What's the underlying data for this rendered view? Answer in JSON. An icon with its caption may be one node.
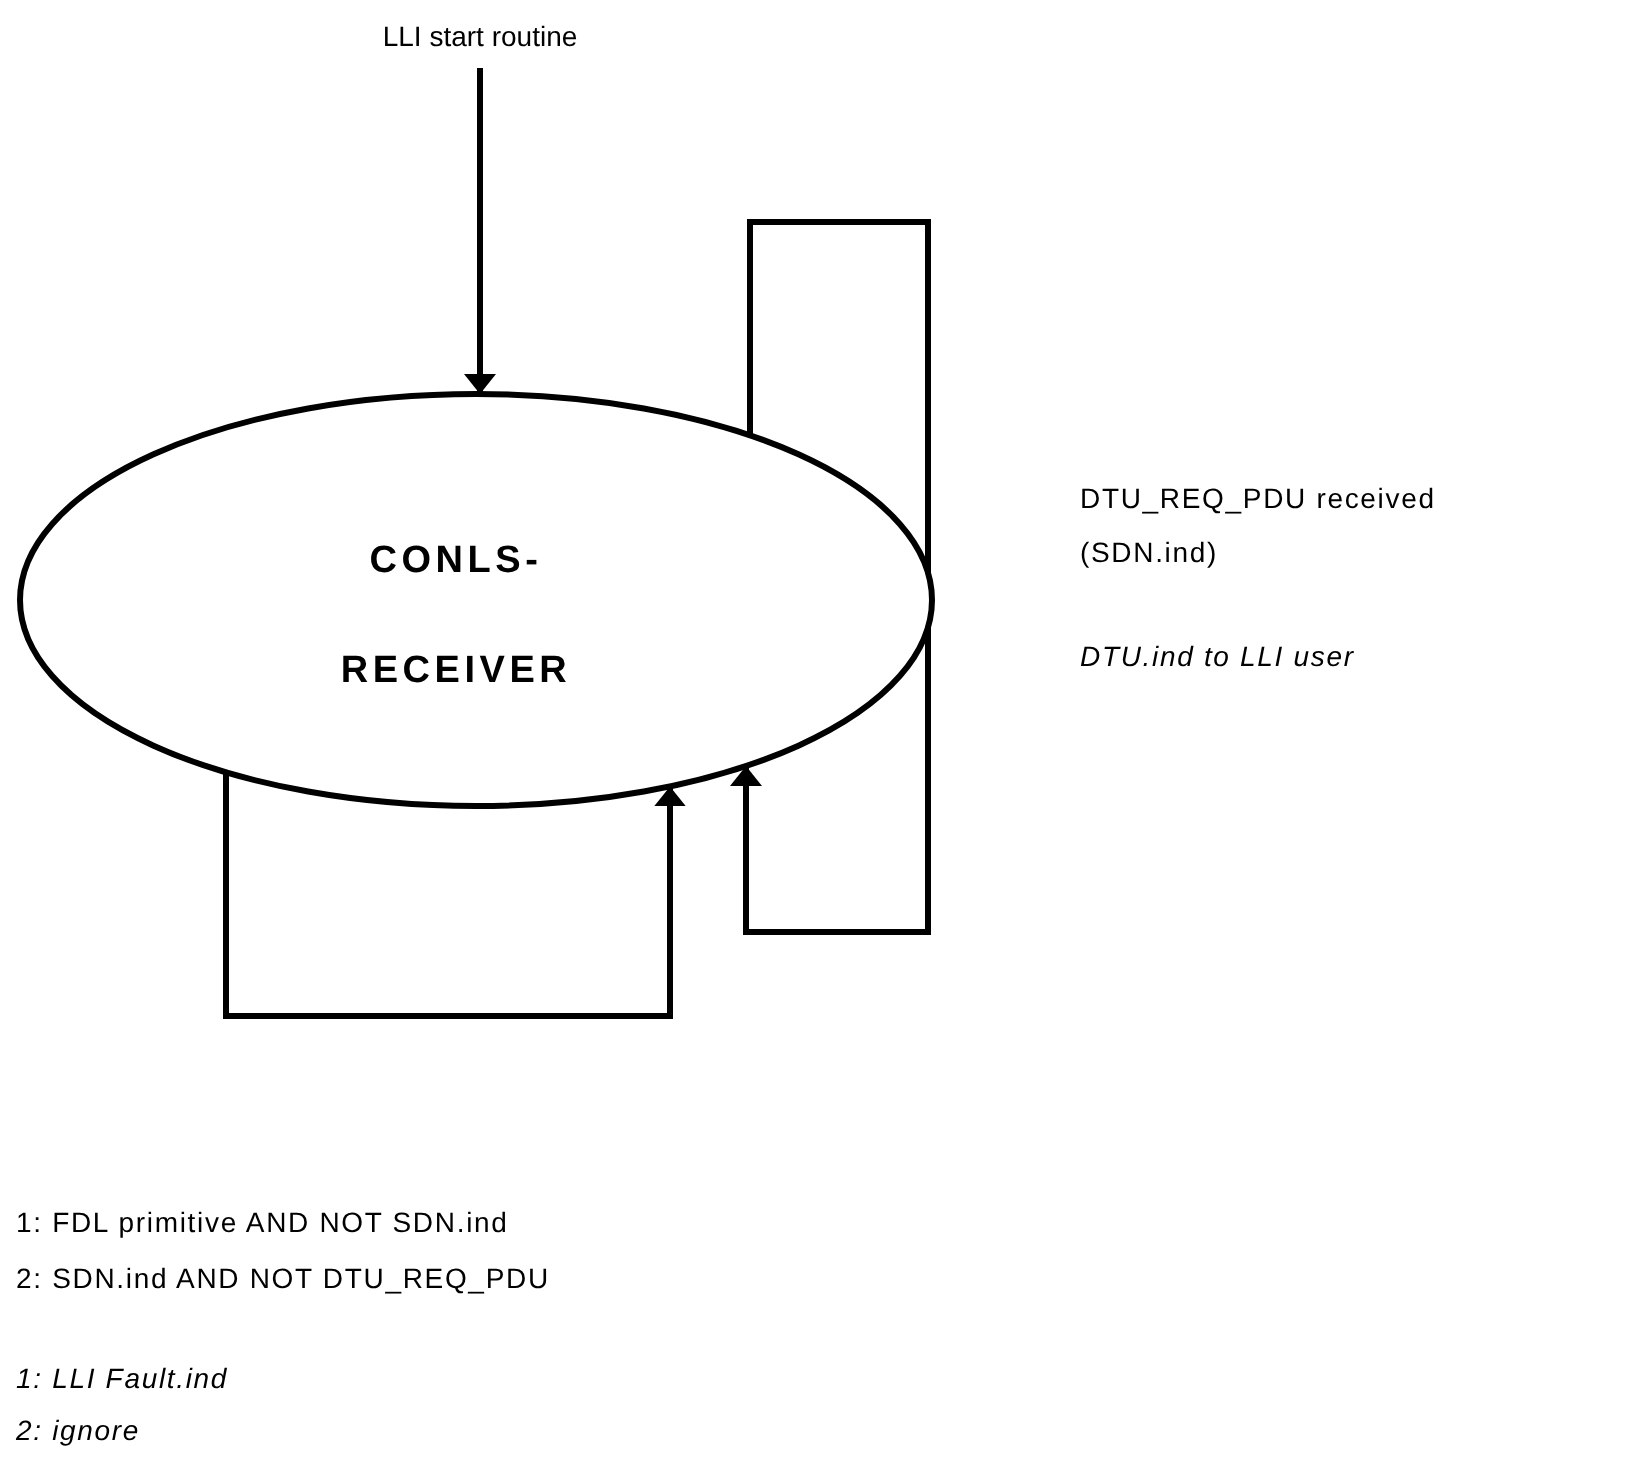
{
  "diagram": {
    "nodes": [
      {
        "text": [
          "LLI start routine"
        ]
      },
      {
        "text": [
          "CONLS- RECEIVER"
        ]
      }
    ],
    "edges": [
      {
        "from": 0,
        "to": 1,
        "arrow": "to"
      },
      {
        "from": 1,
        "to": 1,
        "arrow": "to"
      },
      {
        "from": 1,
        "to": 1,
        "arrow": "to"
      }
    ],
    "labels": [
      "DTU_REQ_PDU received (SDN.ind)",
      "DTU.ind to LLI user",
      "1: FDL primitive AND NOT SDN.ind",
      "2: SDN.ind AND NOT DTU_REQ_PDU",
      "1: LLI Fault.ind",
      "2: ignore"
    ]
  }
}
